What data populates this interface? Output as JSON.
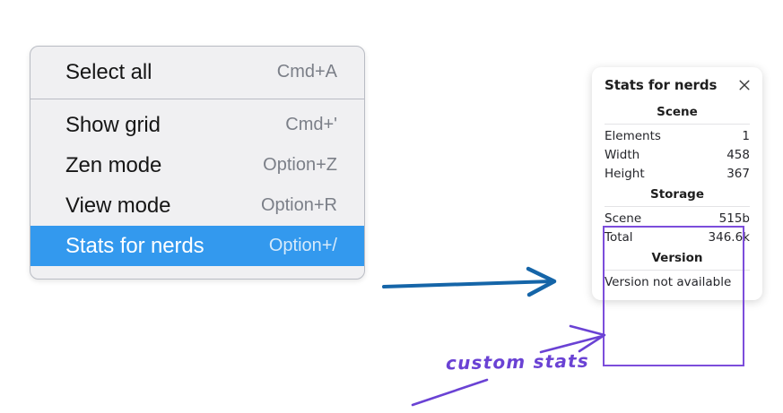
{
  "menu": {
    "groups": [
      {
        "items": [
          {
            "label": "Select all",
            "shortcut": "Cmd+A",
            "selected": false
          }
        ]
      },
      {
        "items": [
          {
            "label": "Show grid",
            "shortcut": "Cmd+'",
            "selected": false
          },
          {
            "label": "Zen mode",
            "shortcut": "Option+Z",
            "selected": false
          },
          {
            "label": "View mode",
            "shortcut": "Option+R",
            "selected": false
          },
          {
            "label": "Stats for nerds",
            "shortcut": "Option+/",
            "selected": true
          }
        ]
      }
    ],
    "highlight_color": "#3399ee"
  },
  "stats_panel": {
    "title": "Stats for nerds",
    "close_icon": "close-icon",
    "sections": [
      {
        "name": "Scene",
        "rows": [
          {
            "label": "Elements",
            "value": "1"
          },
          {
            "label": "Width",
            "value": "458"
          },
          {
            "label": "Height",
            "value": "367"
          }
        ]
      },
      {
        "name": "Storage",
        "rows": [
          {
            "label": "Scene",
            "value": "515b"
          },
          {
            "label": "Total",
            "value": "346.6k"
          }
        ]
      },
      {
        "name": "Version",
        "note": "Version not available"
      }
    ]
  },
  "annotations": {
    "label": "custom stats",
    "label_color": "#6a42d4",
    "blue_arrow_color": "#1565a8",
    "purple_arrow_color": "#6a42d4",
    "highlight_box_color": "#7c4ddb"
  }
}
